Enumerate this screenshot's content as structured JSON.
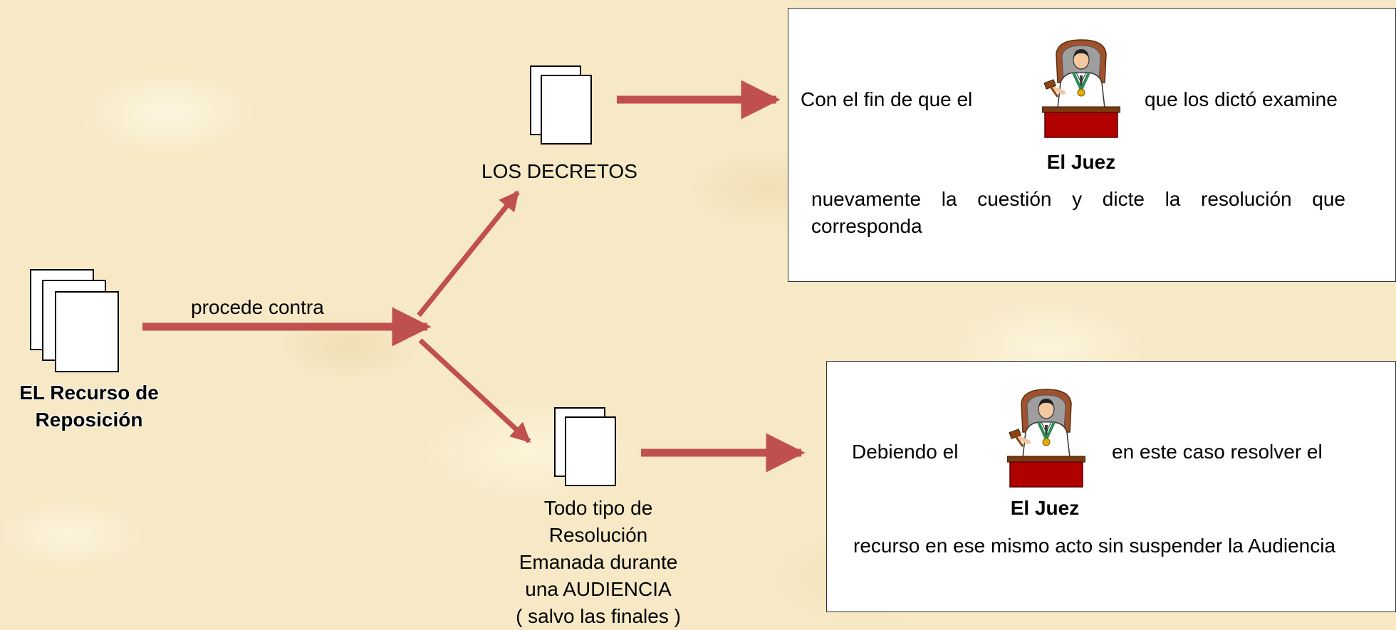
{
  "source_node": {
    "title_line1": "EL Recurso de",
    "title_line2": "Reposición",
    "icon": "stacked-documents-icon"
  },
  "relation_label": "procede contra",
  "target_decretos": {
    "label": "LOS DECRETOS",
    "icon": "documents-icon"
  },
  "target_audiencia": {
    "lines": [
      "Todo tipo de",
      "Resolución",
      "Emanada durante",
      "una AUDIENCIA",
      "( salvo las finales )"
    ],
    "icon": "documents-icon"
  },
  "box_decretos": {
    "text_before": "Con el fin de que el",
    "text_after": "que los dictó examine",
    "judge_label": "El Juez",
    "paragraph": "nuevamente  la  cuestión  y  dicte la resolución que corresponda",
    "icon": "judge-icon"
  },
  "box_audiencia": {
    "text_before": "Debiendo el",
    "text_after": "en este caso resolver el",
    "judge_label": "El Juez",
    "paragraph": "recurso  en ese  mismo  acto  sin  suspender  la Audiencia",
    "icon": "judge-icon"
  },
  "colors": {
    "arrow": "#c0504d",
    "box_border": "#333333",
    "background": "#f7e9c6"
  }
}
